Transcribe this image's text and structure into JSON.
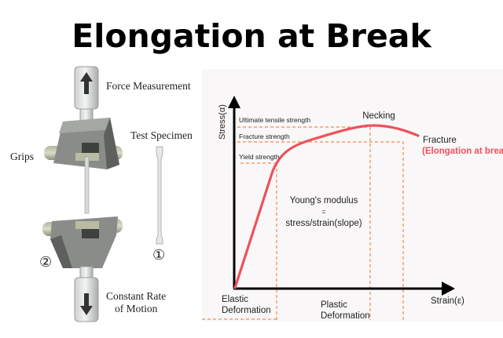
{
  "title": "Elongation at Break",
  "machine": {
    "force_label": "Force Measurement",
    "specimen_label": "Test Specimen",
    "grips_label": "Grips",
    "marker_2": "②",
    "marker_1": "①",
    "motion_label_1": "Constant Rate",
    "motion_label_2": "of Motion"
  },
  "graph": {
    "y_axis_label": "Stress(α)",
    "x_axis_label": "Strain(ε)",
    "uts_label": "Ultimate tensile strength",
    "fracture_strength_label": "Fracture strength",
    "yield_label": "Yield strength",
    "necking_label": "Necking",
    "fracture_label": "Fracture",
    "elongation_label": "(Elongation at break",
    "youngs_line1": "Young's modulus",
    "youngs_line2": "=",
    "youngs_line3": "stress/strain(slope)",
    "elastic_1": "Elastic",
    "elastic_2": "Deformation",
    "plastic_1": "Plastic",
    "plastic_2": "Deformation",
    "colors": {
      "curve": "#f0505a",
      "guides": "#f58a4b",
      "highlight": "#f0505a"
    }
  }
}
